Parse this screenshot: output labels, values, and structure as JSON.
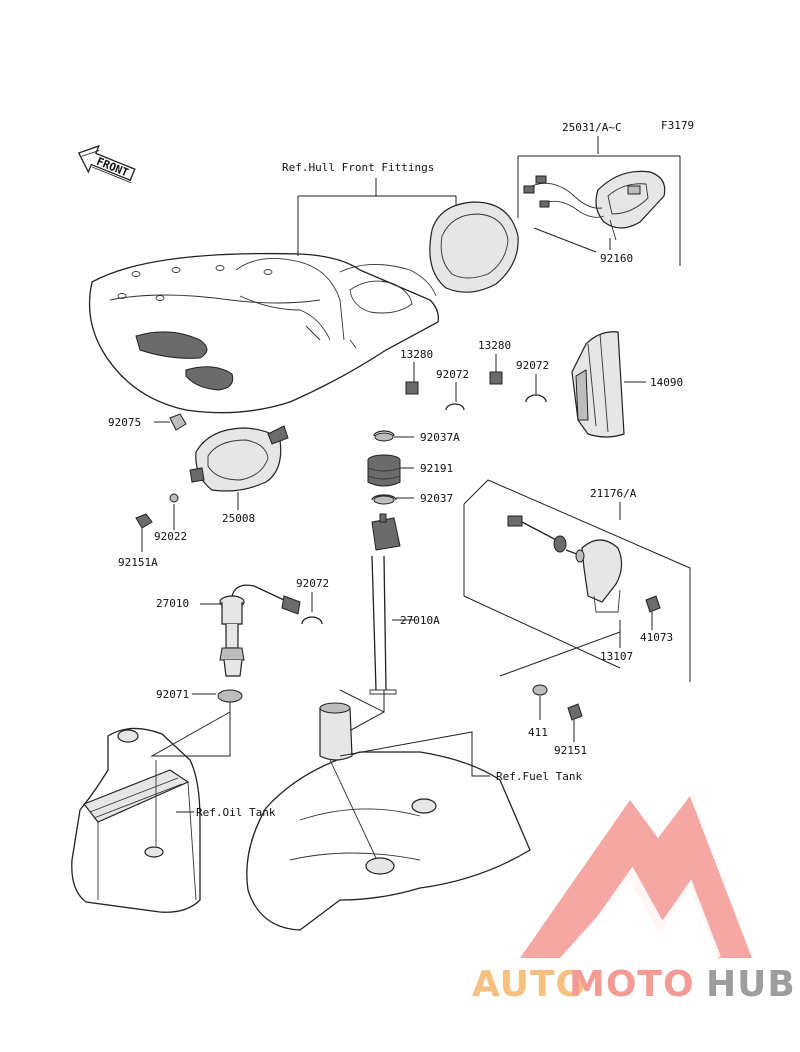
{
  "figure_code": "F3179",
  "direction_label": "FRONT",
  "callouts": {
    "p25031": "25031/A~C",
    "p92160": "92160",
    "ref_hull": "Ref.Hull Front Fittings",
    "p13280a": "13280",
    "p13280b": "13280",
    "p92072a": "92072",
    "p92072b": "92072",
    "p14090": "14090",
    "p92075": "92075",
    "p92037a": "92037A",
    "p92191": "92191",
    "p92037": "92037",
    "p21176": "21176/A",
    "p25008": "25008",
    "p92022": "92022",
    "p92151a": "92151A",
    "p27010": "27010",
    "p92072c": "92072",
    "p27010a": "27010A",
    "p41073": "41073",
    "p13107": "13107",
    "p92071": "92071",
    "p411": "411",
    "p92151": "92151",
    "ref_fuel": "Ref.Fuel Tank",
    "ref_oil": "Ref.Oil Tank"
  },
  "watermark": {
    "part1": "AUTO",
    "part2": "MOTO",
    "part3": "HUB",
    "colors": {
      "auto": "#f5b66a",
      "moto": "#f28a82",
      "hub": "#8c8c8c",
      "triangle": "#f07f78"
    }
  }
}
